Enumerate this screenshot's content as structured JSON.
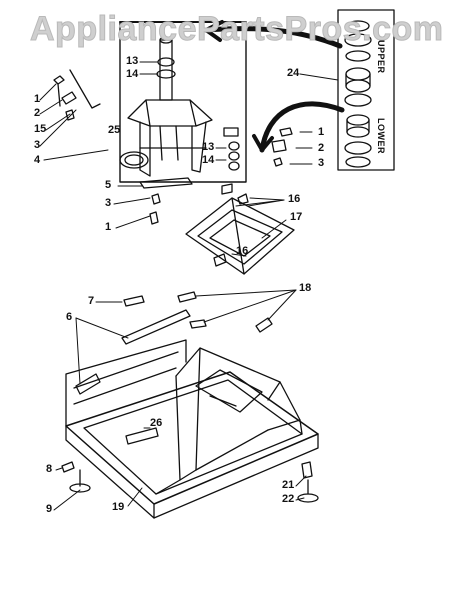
{
  "watermark": "AppliancePartsPros.com",
  "inset": {
    "upper_label": "UPPER",
    "lower_label": "LOWER"
  },
  "callouts": [
    {
      "id": "c-1a",
      "text": "1"
    },
    {
      "id": "c-2a",
      "text": "2"
    },
    {
      "id": "c-15",
      "text": "15"
    },
    {
      "id": "c-3a",
      "text": "3"
    },
    {
      "id": "c-4",
      "text": "4"
    },
    {
      "id": "c-13a",
      "text": "13"
    },
    {
      "id": "c-14a",
      "text": "14"
    },
    {
      "id": "c-25",
      "text": "25"
    },
    {
      "id": "c-13b",
      "text": "13"
    },
    {
      "id": "c-14b",
      "text": "14"
    },
    {
      "id": "c-24",
      "text": "24"
    },
    {
      "id": "c-1b",
      "text": "1"
    },
    {
      "id": "c-2b",
      "text": "2"
    },
    {
      "id": "c-3b",
      "text": "3"
    },
    {
      "id": "c-5",
      "text": "5"
    },
    {
      "id": "c-3c",
      "text": "3"
    },
    {
      "id": "c-1c",
      "text": "1"
    },
    {
      "id": "c-16a",
      "text": "16"
    },
    {
      "id": "c-17",
      "text": "17"
    },
    {
      "id": "c-16b",
      "text": "16"
    },
    {
      "id": "c-7",
      "text": "7"
    },
    {
      "id": "c-18",
      "text": "18"
    },
    {
      "id": "c-6",
      "text": "6"
    },
    {
      "id": "c-26",
      "text": "26"
    },
    {
      "id": "c-8",
      "text": "8"
    },
    {
      "id": "c-9",
      "text": "9"
    },
    {
      "id": "c-19",
      "text": "19"
    },
    {
      "id": "c-21",
      "text": "21"
    },
    {
      "id": "c-22",
      "text": "22"
    }
  ]
}
